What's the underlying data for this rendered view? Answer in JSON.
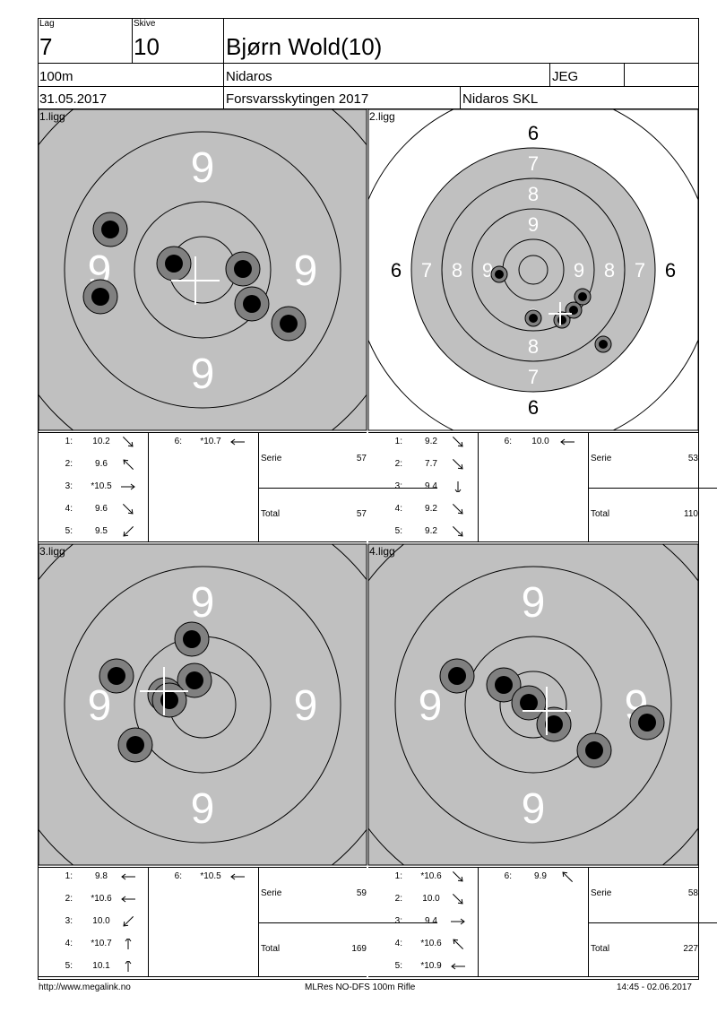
{
  "header": {
    "lag_label": "Lag",
    "lag_value": "7",
    "skive_label": "Skive",
    "skive_value": "10",
    "shooter": "Bjørn Wold(10)",
    "distance": "100m",
    "club": "Nidaros",
    "class": "JEG",
    "date": "31.05.2017",
    "event": "Forsvarsskytingen 2017",
    "organizer": "Nidaros SKL"
  },
  "targets": [
    {
      "label": "1.ligg",
      "zoom": "big",
      "shots": [
        {
          "n": "1:",
          "v": "10.2",
          "dir": 135
        },
        {
          "n": "2:",
          "v": "9.6",
          "dir": -45
        },
        {
          "n": "3:",
          "v": "*10.5",
          "dir": 90
        },
        {
          "n": "4:",
          "v": "9.6",
          "dir": 135
        },
        {
          "n": "5:",
          "v": "9.5",
          "dir": -135
        },
        {
          "n": "6:",
          "v": "*10.7",
          "dir": -90
        }
      ],
      "serie_label": "Serie",
      "serie": "57",
      "total_label": "Total",
      "total": "57"
    },
    {
      "label": "2.ligg",
      "zoom": "small",
      "shots": [
        {
          "n": "1:",
          "v": "9.2",
          "dir": 135
        },
        {
          "n": "2:",
          "v": "7.7",
          "dir": 135
        },
        {
          "n": "3:",
          "v": "9.4",
          "dir": 180
        },
        {
          "n": "4:",
          "v": "9.2",
          "dir": 135
        },
        {
          "n": "5:",
          "v": "9.2",
          "dir": 135
        },
        {
          "n": "6:",
          "v": "10.0",
          "dir": -90
        }
      ],
      "serie_label": "Serie",
      "serie": "53",
      "total_label": "Total",
      "total": "110"
    },
    {
      "label": "3.ligg",
      "zoom": "big",
      "shots": [
        {
          "n": "1:",
          "v": "9.8",
          "dir": -90
        },
        {
          "n": "2:",
          "v": "*10.6",
          "dir": -90
        },
        {
          "n": "3:",
          "v": "10.0",
          "dir": -135
        },
        {
          "n": "4:",
          "v": "*10.7",
          "dir": 0
        },
        {
          "n": "5:",
          "v": "10.1",
          "dir": 0
        },
        {
          "n": "6:",
          "v": "*10.5",
          "dir": -90
        }
      ],
      "serie_label": "Serie",
      "serie": "59",
      "total_label": "Total",
      "total": "169"
    },
    {
      "label": "4.ligg",
      "zoom": "big",
      "shots": [
        {
          "n": "1:",
          "v": "*10.6",
          "dir": 135
        },
        {
          "n": "2:",
          "v": "10.0",
          "dir": 135
        },
        {
          "n": "3:",
          "v": "9.4",
          "dir": 90
        },
        {
          "n": "4:",
          "v": "*10.6",
          "dir": -45
        },
        {
          "n": "5:",
          "v": "*10.9",
          "dir": -90
        },
        {
          "n": "6:",
          "v": "9.9",
          "dir": -45
        }
      ],
      "serie_label": "Serie",
      "serie": "58",
      "total_label": "Total",
      "total": "227"
    }
  ],
  "ring_labels": {
    "big": "9",
    "small": [
      "6",
      "7",
      "8",
      "9"
    ]
  },
  "footer": {
    "left": "http://www.megalink.no",
    "center": "MLRes NO-DFS 100m Rifle",
    "right": "14:45 - 02.06.2017"
  }
}
